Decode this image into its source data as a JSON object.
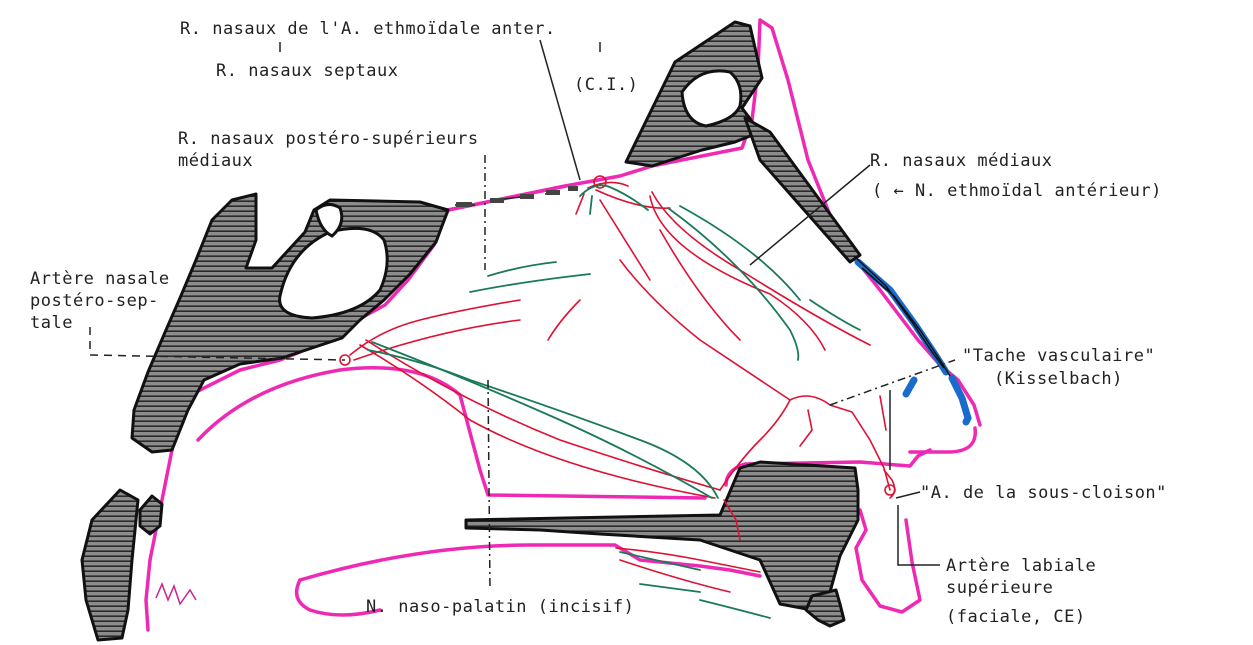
{
  "labels": {
    "r_nasaux_ethmoidale": "R. nasaux de l'A. ethmoïdale anter.",
    "r_nasaux_septaux": "R. nasaux septaux",
    "ci": "(C.I.)",
    "r_postero_superieurs_1": "R. nasaux postéro-supérieurs",
    "r_postero_superieurs_2": "médiaux",
    "r_mediaux": "R. nasaux médiaux",
    "n_ethmoidal": "( ← N. ethmoïdal antérieur)",
    "artere_nasale_1": "Artère nasale",
    "artere_nasale_2": "postéro-sep-",
    "artere_nasale_3": "tale",
    "tache_1": "\"Tache vasculaire\"",
    "tache_2": "(Kisselbach)",
    "sous_cloison": "\"A. de la sous-cloison\"",
    "labiale_1": "Artère labiale",
    "labiale_2": "supérieure",
    "labiale_3": "(faciale, CE)",
    "naso_palatin": "N. naso-palatin (incisif)"
  },
  "colors": {
    "mucosa_outline": "#ee2ab4",
    "artery": "#dd1133",
    "nerve": "#1a7a58",
    "cartilage": "#1a6ccc",
    "bone_fill": "#7a7a7a",
    "outline": "#111111",
    "leader": "#222222"
  }
}
